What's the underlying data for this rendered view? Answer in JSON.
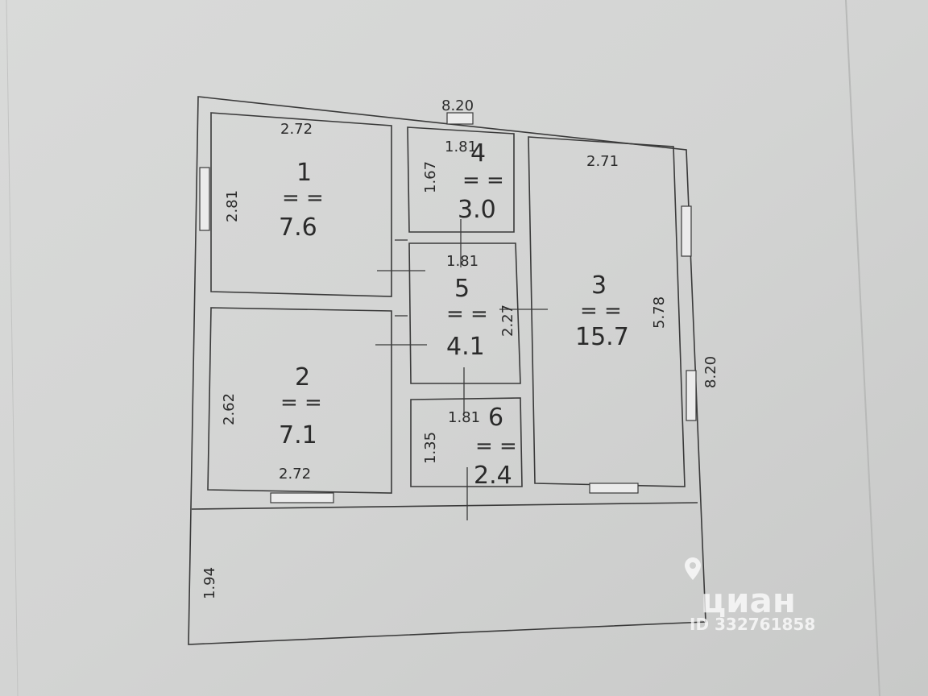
{
  "overall": {
    "width_top": "8.20",
    "width_right": "8.20"
  },
  "rooms": [
    {
      "num": "1",
      "area": "7.6",
      "dims": [
        "2.72",
        "2.81"
      ]
    },
    {
      "num": "2",
      "area": "7.1",
      "dims": [
        "2.62",
        "2.72"
      ]
    },
    {
      "num": "3",
      "area": "15.7",
      "dims": [
        "2.71",
        "5.78"
      ]
    },
    {
      "num": "4",
      "area": "3.0",
      "dims": [
        "1.81",
        "1.67"
      ]
    },
    {
      "num": "5",
      "area": "4.1",
      "dims": [
        "1.81",
        "2.27"
      ]
    },
    {
      "num": "6",
      "area": "2.4",
      "dims": [
        "1.81",
        "1.35"
      ]
    }
  ],
  "terrace": {
    "dim": "1.94"
  },
  "equals_mark": "= =",
  "watermark": {
    "brand": "циан",
    "id": "ID 332761858",
    "pin_icon": "location-pin-icon"
  }
}
